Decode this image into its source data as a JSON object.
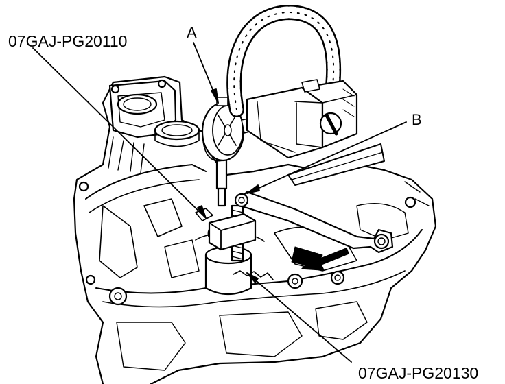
{
  "labels": {
    "tool_top": "07GAJ-PG20110",
    "tool_bottom": "07GAJ-PG20130",
    "callout_a": "A",
    "callout_b": "B"
  },
  "colors": {
    "ink": "#000000",
    "paper": "#ffffff"
  }
}
